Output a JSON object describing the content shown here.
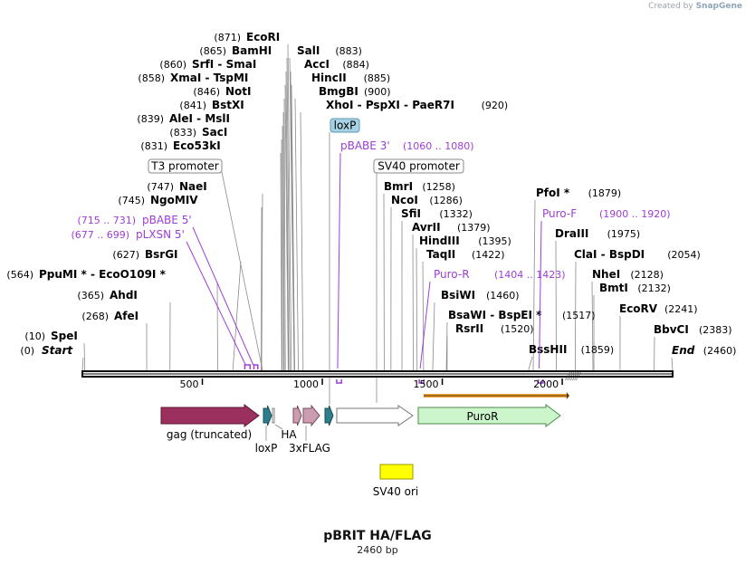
{
  "credit": {
    "prefix": "Created by",
    "brand": "SnapGene"
  },
  "map": {
    "title": "pBRIT HA/FLAG",
    "length_label": "2460 bp",
    "length": 2460
  },
  "enzymes": [
    {
      "name": "Start",
      "pos": "(0)",
      "site": 0,
      "italic": true
    },
    {
      "name": "SpeI",
      "pos": "(10)",
      "site": 10
    },
    {
      "name": "AfeI",
      "pos": "(268)",
      "site": 268
    },
    {
      "name": "AhdI",
      "pos": "(365)",
      "site": 365
    },
    {
      "name": "PpuMI * - EcoO109I *",
      "pos": "(564)",
      "site": 564
    },
    {
      "name": "BsrGI",
      "pos": "(627)",
      "site": 627
    },
    {
      "name": "NgoMIV",
      "pos": "(745)",
      "site": 745
    },
    {
      "name": "NaeI",
      "pos": "(747)",
      "site": 747
    },
    {
      "name": "Eco53kI",
      "pos": "(831)",
      "site": 831
    },
    {
      "name": "SacI",
      "pos": "(833)",
      "site": 833
    },
    {
      "name": "AleI - MslI",
      "pos": "(839)",
      "site": 839
    },
    {
      "name": "BstXI",
      "pos": "(841)",
      "site": 841
    },
    {
      "name": "NotI",
      "pos": "(846)",
      "site": 846
    },
    {
      "name": "XmaI - TspMI",
      "pos": "(858)",
      "site": 858
    },
    {
      "name": "SrfI - SmaI",
      "pos": "(860)",
      "site": 860
    },
    {
      "name": "BamHI",
      "pos": "(865)",
      "site": 865
    },
    {
      "name": "EcoRI",
      "pos": "(871)",
      "site": 871
    },
    {
      "name": "SalI",
      "pos": "(883)",
      "site": 883
    },
    {
      "name": "AccI",
      "pos": "(884)",
      "site": 884
    },
    {
      "name": "HincII",
      "pos": "(885)",
      "site": 885
    },
    {
      "name": "BmgBI",
      "pos": "(900)",
      "site": 900
    },
    {
      "name": "XhoI - PspXI - PaeR7I",
      "pos": "(920)",
      "site": 920
    },
    {
      "name": "BmrI",
      "pos": "(1258)",
      "site": 1258
    },
    {
      "name": "NcoI",
      "pos": "(1286)",
      "site": 1286
    },
    {
      "name": "SfiI",
      "pos": "(1332)",
      "site": 1332
    },
    {
      "name": "AvrII",
      "pos": "(1379)",
      "site": 1379
    },
    {
      "name": "HindIII",
      "pos": "(1395)",
      "site": 1395
    },
    {
      "name": "TaqII",
      "pos": "(1422)",
      "site": 1422
    },
    {
      "name": "BsiWI",
      "pos": "(1460)",
      "site": 1460
    },
    {
      "name": "BsaWI - BspEI *",
      "pos": "(1517)",
      "site": 1517
    },
    {
      "name": "RsrII",
      "pos": "(1520)",
      "site": 1520
    },
    {
      "name": "BssHII",
      "pos": "(1859)",
      "site": 1859
    },
    {
      "name": "PfoI *",
      "pos": "(1879)",
      "site": 1879
    },
    {
      "name": "DraIII",
      "pos": "(1975)",
      "site": 1975
    },
    {
      "name": "ClaI - BspDI",
      "pos": "(2054)",
      "site": 2054
    },
    {
      "name": "NheI",
      "pos": "(2128)",
      "site": 2128
    },
    {
      "name": "BmtI",
      "pos": "(2132)",
      "site": 2132
    },
    {
      "name": "EcoRV",
      "pos": "(2241)",
      "site": 2241
    },
    {
      "name": "BbvCI",
      "pos": "(2383)",
      "site": 2383
    },
    {
      "name": "End",
      "pos": "(2460)",
      "site": 2460,
      "italic": true
    }
  ],
  "primers": [
    {
      "name": "pBABE 5'",
      "range": "(715 .. 731)"
    },
    {
      "name": "pLXSN 5'",
      "range": "(677 .. 699)"
    },
    {
      "name": "pBABE 3'",
      "range": "(1060 .. 1080)"
    },
    {
      "name": "Puro-R",
      "range": "(1404 .. 1423)"
    },
    {
      "name": "Puro-F",
      "range": "(1900 .. 1920)"
    }
  ],
  "boxed_labels": {
    "t3": "T3 promoter",
    "sv40": "SV40 promoter",
    "loxp_top": "loxP"
  },
  "ruler": [
    {
      "label": "500",
      "pos": 500
    },
    {
      "label": "1000",
      "pos": 1000
    },
    {
      "label": "1500",
      "pos": 1500
    },
    {
      "label": "2000",
      "pos": 2000
    }
  ],
  "features": {
    "gag": "gag (truncated)",
    "loxp": "loxP",
    "ha": "HA",
    "flag": "3xFLAG",
    "puror": "PuroR",
    "sv40ori": "SV40 ori"
  },
  "colors": {
    "gag": "#9b2f5e",
    "loxp": "#2e7d8c",
    "tag": "#cc9cb0",
    "puror": "#ccf5cc",
    "sv40ori": "#ffff00",
    "primer": "#9d3dd6",
    "orf": "#f0a030"
  }
}
